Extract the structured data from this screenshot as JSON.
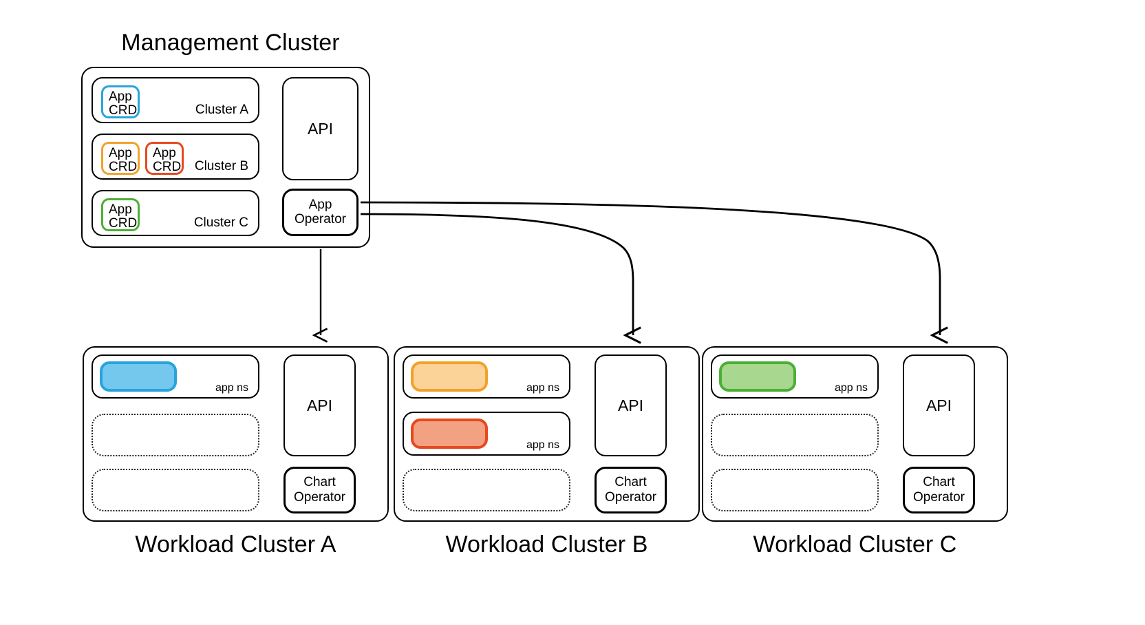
{
  "diagram": {
    "type": "architecture-diagram",
    "background": "#ffffff"
  },
  "colors": {
    "blue_stroke": "#29A3DC",
    "blue_fill": "#74C8ED",
    "orange_stroke": "#F2A22B",
    "orange_fill": "#FBD399",
    "red_stroke": "#E8481E",
    "red_fill": "#F3A183",
    "green_stroke": "#4CAF35",
    "green_fill": "#A8D78F",
    "outline": "#000000"
  },
  "management": {
    "title": "Management Cluster",
    "clusters": [
      {
        "name": "Cluster A",
        "crds": [
          {
            "label": "App\nCRD",
            "color_key": "blue_stroke"
          }
        ]
      },
      {
        "name": "Cluster B",
        "crds": [
          {
            "label": "App\nCRD",
            "color_key": "orange_stroke"
          },
          {
            "label": "App\nCRD",
            "color_key": "red_stroke"
          }
        ]
      },
      {
        "name": "Cluster C",
        "crds": [
          {
            "label": "App\nCRD",
            "color_key": "green_stroke"
          }
        ]
      }
    ],
    "api_label": "API",
    "operator_label": "App\nOperator"
  },
  "workloads": [
    {
      "title": "Workload Cluster A",
      "namespaces": [
        {
          "label": "app ns",
          "fill": "#74C8ED",
          "stroke": "#29A3DC"
        }
      ],
      "empty_slots": 2,
      "api_label": "API",
      "operator_label": "Chart\nOperator"
    },
    {
      "title": "Workload Cluster B",
      "namespaces": [
        {
          "label": "app ns",
          "fill": "#FBD399",
          "stroke": "#F2A22B"
        },
        {
          "label": "app ns",
          "fill": "#F3A183",
          "stroke": "#E8481E"
        }
      ],
      "empty_slots": 1,
      "api_label": "API",
      "operator_label": "Chart\nOperator"
    },
    {
      "title": "Workload Cluster C",
      "namespaces": [
        {
          "label": "app ns",
          "fill": "#A8D78F",
          "stroke": "#4CAF35"
        }
      ],
      "empty_slots": 2,
      "api_label": "API",
      "operator_label": "Chart\nOperator"
    }
  ],
  "connections": [
    {
      "from": "app-operator",
      "to": "workload-cluster-a",
      "style": "straight-down-arrow"
    },
    {
      "from": "app-operator",
      "to": "workload-cluster-b",
      "style": "curved-right-arrow"
    },
    {
      "from": "app-operator",
      "to": "workload-cluster-c",
      "style": "curved-right-arrow"
    }
  ]
}
